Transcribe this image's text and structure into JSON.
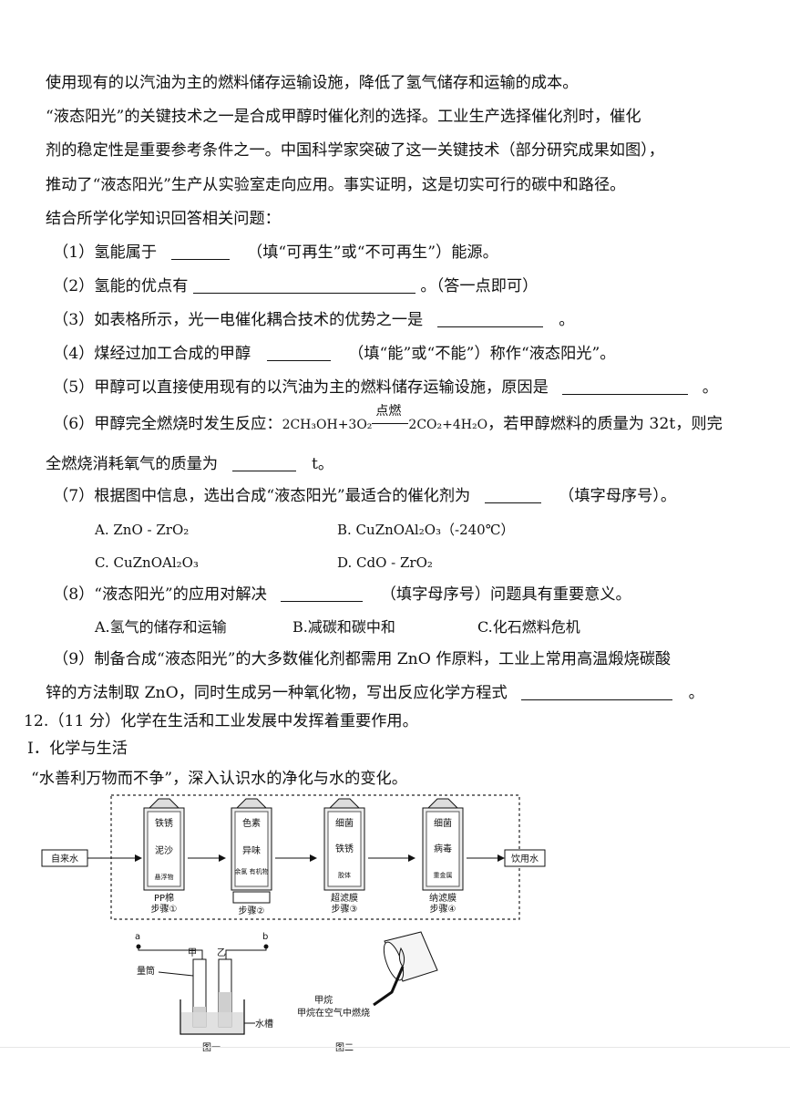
{
  "lines": {
    "l1": "使用现有的以汽油为主的燃料储存运输设施，降低了氢气储存和运输的成本。",
    "l2": "“液态阳光”的关键技术之一是合成甲醇时催化剂的选择。工业生产选择催化剂时，催化",
    "l3": "剂的稳定性是重要参考条件之一。中国科学家突破了这一关键技术（部分研究成果如图），",
    "l4": "推动了“液态阳光”生产从实验室走向应用。事实证明，这是切实可行的碳中和路径。",
    "l5": "结合所学化学知识回答相关问题："
  },
  "q1": {
    "pre": "（1）氢能属于",
    "post": "（填“可再生”或“不可再生”）能源。"
  },
  "q2": {
    "pre": "（2）氢能的优点有",
    "post": "。（答一点即可）"
  },
  "q3": {
    "pre": "（3）如表格所示，光一电催化耦合技术的优势之一是",
    "post": "。"
  },
  "q4": {
    "pre": "（4）煤经过加工合成的甲醇",
    "post": "（填“能”或“不能”）称作“液态阳光”。"
  },
  "q5": {
    "pre": "（5）甲醇可以直接使用现有的以汽油为主的燃料储存运输设施，原因是",
    "post": "。"
  },
  "q6": {
    "pre": "（6）甲醇完全燃烧时发生反应：",
    "eq_left": "2CH₃OH+3O₂",
    "condition": "点燃",
    "eq_right": "2CO₂+4H₂O",
    "post": "，若甲醇燃料的质量为 32t，则完",
    "line2_pre": "全燃烧消耗氧气的质量为",
    "line2_post": "t。"
  },
  "q7": {
    "pre": "（7）根据图中信息，选出合成“液态阳光”最适合的催化剂为",
    "post": "（填字母序号）。",
    "A": "A.  ZnO - ZrO₂",
    "B": "B.  CuZnOAl₂O₃（-240℃）",
    "C": "C.  CuZnOAl₂O₃",
    "D": "D.  CdO - ZrO₂"
  },
  "q8": {
    "pre": "（8）“液态阳光”的应用对解决",
    "post": "（填字母序号）问题具有重要意义。",
    "A": "A.氢气的储存和运输",
    "B": "B.减碳和碳中和",
    "C": "C.化石燃料危机"
  },
  "q9": {
    "line1": "（9）制备合成“液态阳光”的大多数催化剂都需用 ZnO 作原料，工业上常用高温煅烧碳酸",
    "line2_pre": "锌的方法制取 ZnO，同时生成另一种氧化物，写出反应化学方程式",
    "line2_post": "。"
  },
  "q12": {
    "title": "12.（11 分）化学在生活和工业发展中发挥着重要作用。",
    "section": "I．化学与生活",
    "quote": "“水善利万物而不争”，深入认识水的净化与水的变化。"
  },
  "figure1": {
    "input": "自来水",
    "output": "饮用水",
    "steps": [
      {
        "top": "铁锈",
        "mid": "泥沙",
        "bottom": "悬浮物",
        "label1": "PP棉",
        "label2": "步骤①"
      },
      {
        "top": "色素",
        "mid": "异味",
        "bottom": "余氯 有机物",
        "label1": "",
        "label2": "步骤②"
      },
      {
        "top": "细菌",
        "mid": "铁锈",
        "bottom": "胶体",
        "label1": "超滤膜",
        "label2": "步骤③"
      },
      {
        "top": "细菌",
        "mid": "病毒",
        "bottom": "重金属",
        "label1": "纳滤膜",
        "label2": "步骤④"
      }
    ]
  },
  "figure2": {
    "a": "a",
    "b": "b",
    "jia": "甲",
    "yi": "乙",
    "tube": "量筒",
    "trough": "水槽",
    "caption1": "图一",
    "flame_label1": "甲烷",
    "flame_label2": "甲烷在空气中燃烧",
    "caption2": "图二"
  }
}
